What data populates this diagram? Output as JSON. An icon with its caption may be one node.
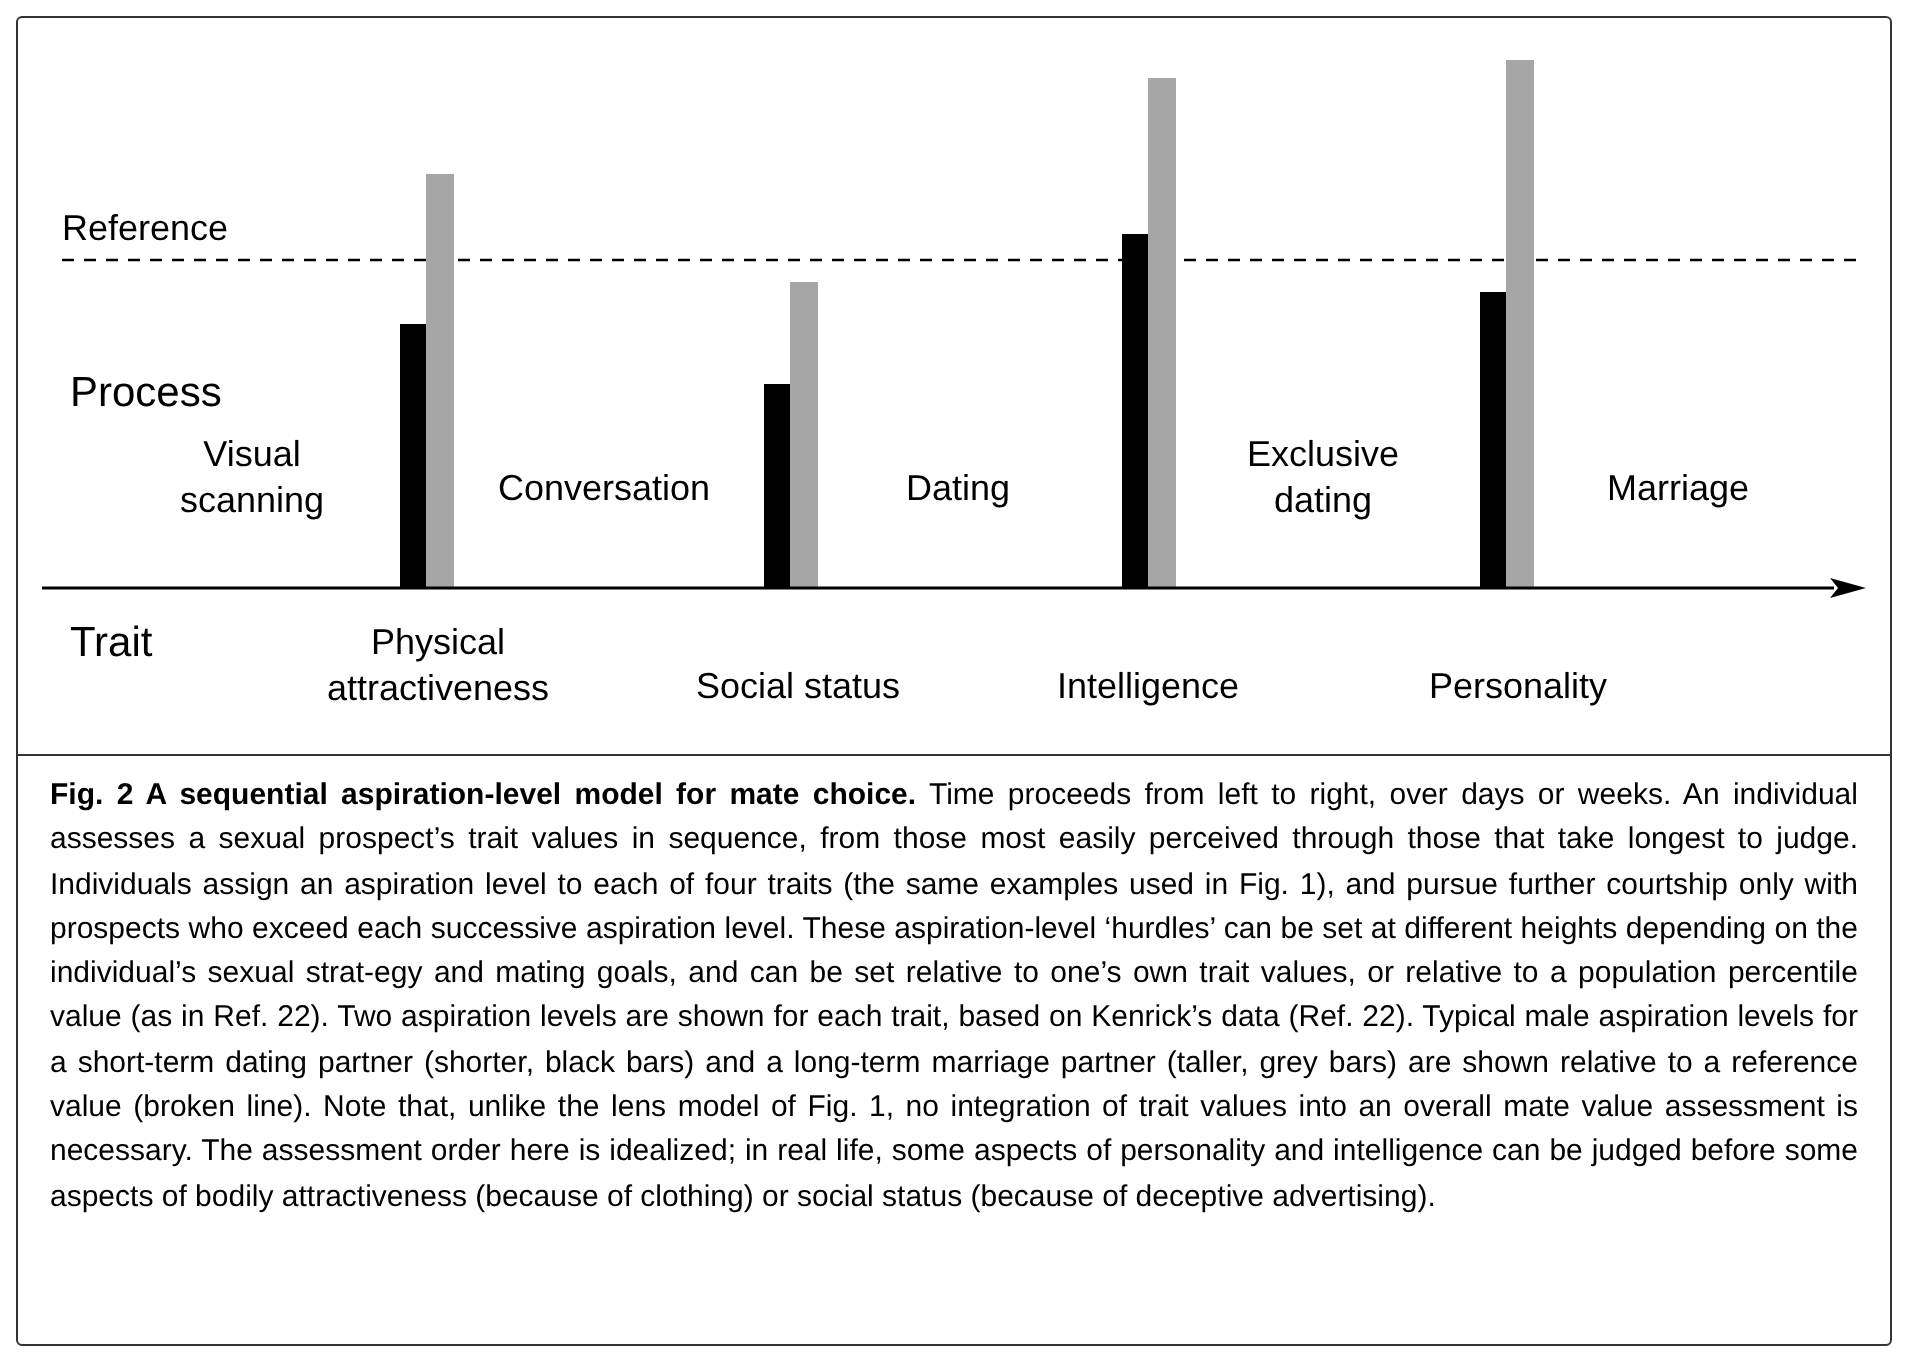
{
  "diagram": {
    "caption": "**Fig. 2 A sequential aspiration-level model for mate choice.** Time proceeds from left to right, over days or weeks. An individual assesses a sexual prospect’s trait values in sequence, from those most easily perceived through those that take longest to judge. Individuals assign an aspiration level to each of four traits (the same examples used in Fig. 1), and pursue further courtship only with prospects who exceed each successive aspiration level. These aspiration-level ‘hurdles’ can be set at different heights depending on the individual’s sexual strat-egy and mating goals, and can be set relative to one’s own trait values, or relative to a population percentile value (as in Ref. 22). Two aspiration levels are shown for each trait, based on Kenrick’s data (Ref. 22). Typical male aspiration levels for a short-term dating partner (shorter, black bars) and a long-term marriage partner (taller, grey bars) are shown relative to a reference value (broken line). Note that, unlike the lens model of Fig. 1, no integration of trait values into an overall mate value assessment is necessary. The assessment order here is idealized; in real life, some aspects of personality and intelligence can be judged before some aspects of bodily attractiveness (because of clothing) or social status (because of deceptive advertising).",
    "labels": [
      "Reference",
      "Process",
      "Visual scanning",
      "Conversation",
      "Dating",
      "Exclusive dating",
      "Marriage",
      "Trait",
      "Physical attractiveness",
      "Social status",
      "Intelligence",
      "Personality"
    ]
  }
}
